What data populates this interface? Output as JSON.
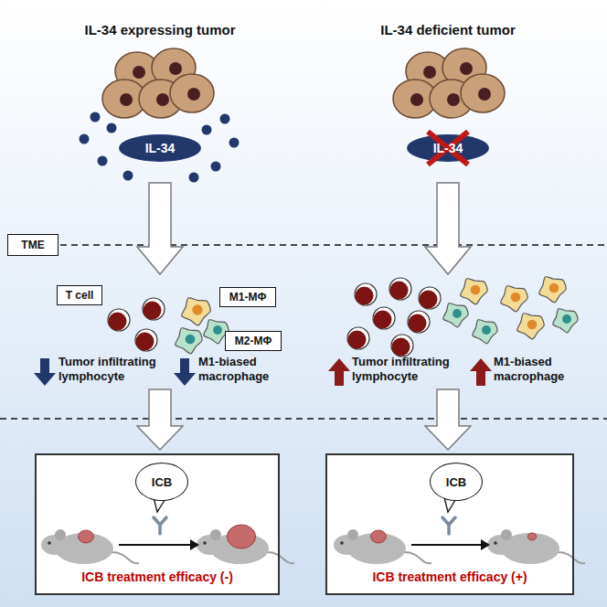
{
  "diagram": {
    "nodes": [
      {
        "text": [
          "IL-34"
        ]
      },
      {
        "text": [
          "IL-34"
        ]
      },
      {
        "text": [
          "TME"
        ]
      },
      {
        "text": [
          "T cell"
        ]
      },
      {
        "text": [
          "M1-MΦ"
        ]
      },
      {
        "text": [
          "M2-MΦ"
        ]
      },
      {
        "text": [
          "ICB treatment efficacy (-)"
        ]
      },
      {
        "text": [
          "ICB"
        ],
        "in": 6
      },
      {
        "text": [
          "ICB treatment efficacy (+)"
        ]
      },
      {
        "text": [
          "ICB"
        ],
        "in": 8
      }
    ],
    "labels": [
      "IL-34 expressing tumor",
      "IL-34 deficient tumor",
      "Tumor infiltrating lymphocyte",
      "M1-biased macrophage",
      "Tumor infiltrating lymphocyte",
      "M1-biased macrophage"
    ]
  }
}
